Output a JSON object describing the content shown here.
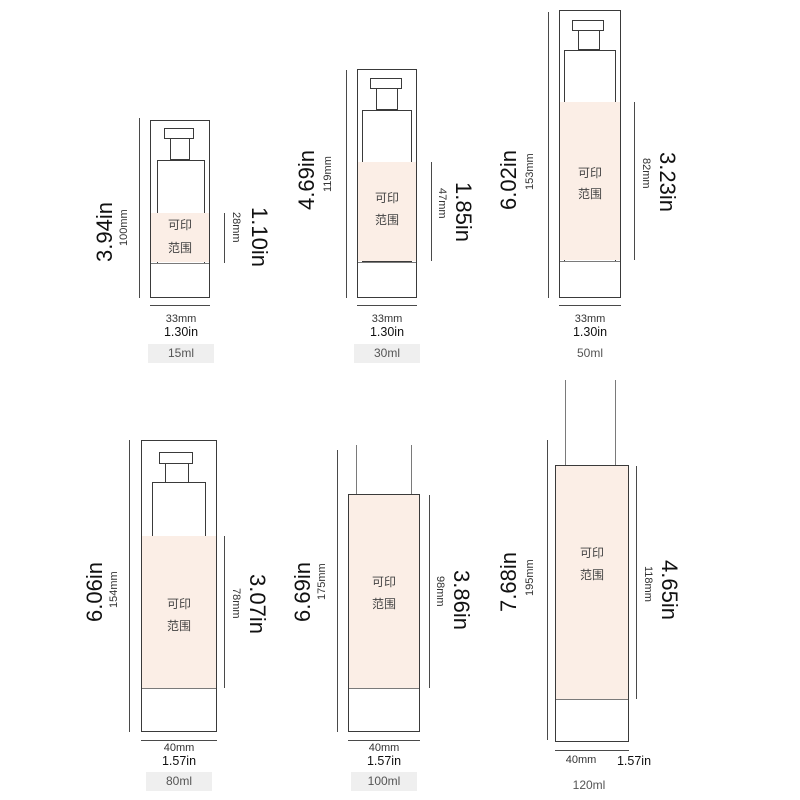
{
  "print_area_label": [
    "可印",
    "范围"
  ],
  "bottles": [
    {
      "id": "15ml",
      "height_mm": "100mm",
      "height_in": "3.94in",
      "print_mm": "28mm",
      "print_in": "1.10in",
      "width_mm": "33mm",
      "width_in": "1.30in",
      "capacity": "15ml"
    },
    {
      "id": "30ml",
      "height_mm": "119mm",
      "height_in": "4.69in",
      "print_mm": "47mm",
      "print_in": "1.85in",
      "width_mm": "33mm",
      "width_in": "1.30in",
      "capacity": "30ml"
    },
    {
      "id": "50ml",
      "height_mm": "153mm",
      "height_in": "6.02in",
      "print_mm": "82mm",
      "print_in": "3.23in",
      "width_mm": "33mm",
      "width_in": "1.30in",
      "capacity": "50ml"
    },
    {
      "id": "80ml",
      "height_mm": "154mm",
      "height_in": "6.06in",
      "print_mm": "78mm",
      "print_in": "3.07in",
      "width_mm": "40mm",
      "width_in": "1.57in",
      "capacity": "80ml"
    },
    {
      "id": "100ml",
      "height_mm": "175mm",
      "height_in": "6.69in",
      "print_mm": "98mm",
      "print_in": "3.86in",
      "width_mm": "40mm",
      "width_in": "1.57in",
      "capacity": "100ml"
    },
    {
      "id": "120ml",
      "height_mm": "195mm",
      "height_in": "7.68in",
      "print_mm": "118mm",
      "print_in": "4.65in",
      "width_mm": "40mm",
      "width_in": "1.57in",
      "capacity": "120ml"
    }
  ],
  "colors": {
    "print_area": "#fbeee6",
    "outline": "#3a3a3a",
    "caption_bg": "#efefef"
  }
}
